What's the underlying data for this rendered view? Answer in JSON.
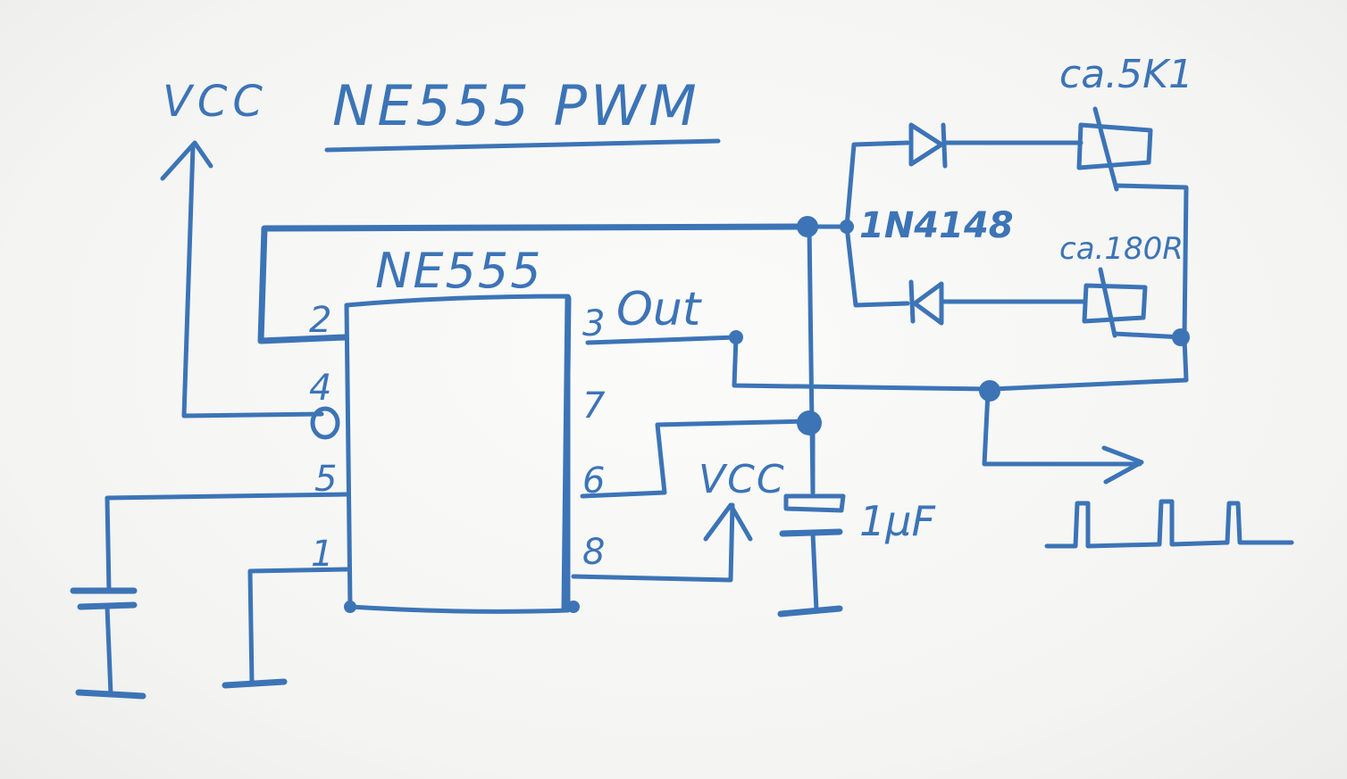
{
  "title": "NE555 PWM",
  "chip": {
    "name": "NE555",
    "pins": {
      "p2": "2",
      "p4": "4",
      "p5": "5",
      "p1": "1",
      "p3": "3",
      "p7": "7",
      "p6": "6",
      "p8": "8"
    },
    "out_label": "Out"
  },
  "supply_top": "VCC",
  "supply_right": "VCC",
  "diode_label": "1N4148",
  "resistor_top": "ca.5K1",
  "resistor_bottom": "ca.180R",
  "capacitor_label": "1μF",
  "colors": {
    "ink": "#3c74b6",
    "paper": "#f7f7f5"
  }
}
